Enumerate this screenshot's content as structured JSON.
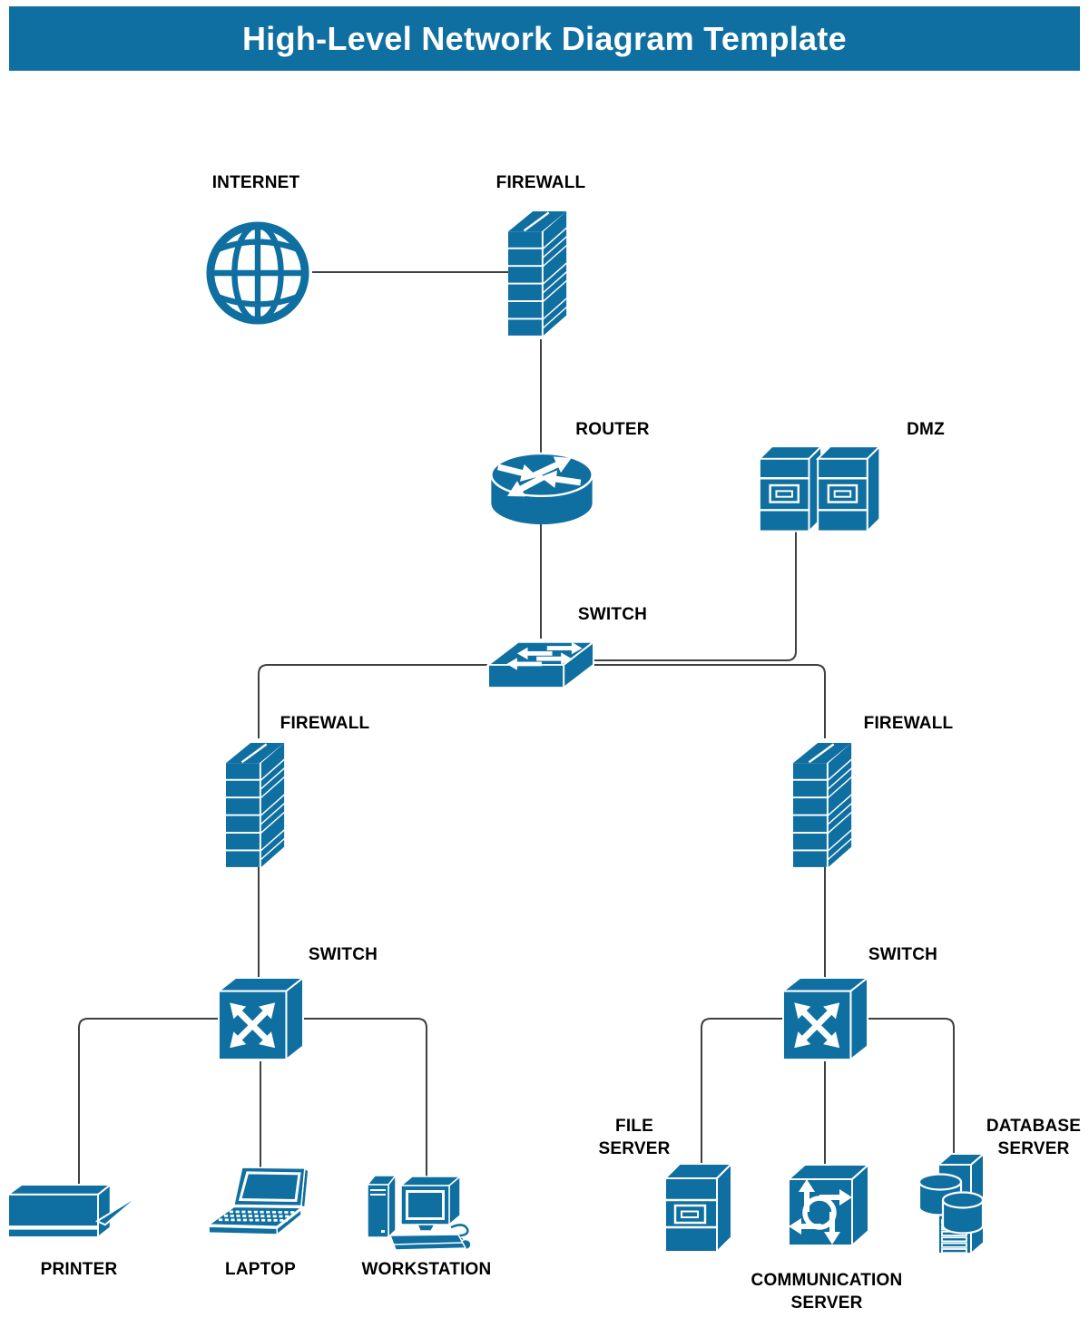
{
  "title": "High-Level Network Diagram Template",
  "colors": {
    "accent": "#0f6fa1",
    "line": "#404040",
    "label_text": "#000000",
    "title_text": "#ffffff",
    "background": "#ffffff"
  },
  "nodes": {
    "internet": {
      "label": "INTERNET",
      "icon": "globe-icon"
    },
    "firewall_top": {
      "label": "FIREWALL",
      "icon": "firewall-brick-icon"
    },
    "router": {
      "label": "ROUTER",
      "icon": "router-icon"
    },
    "dmz": {
      "label": "DMZ",
      "icon": "server-pair-icon"
    },
    "core_switch": {
      "label": "SWITCH",
      "icon": "switch-slab-icon"
    },
    "firewall_left": {
      "label": "FIREWALL",
      "icon": "firewall-brick-icon"
    },
    "firewall_right": {
      "label": "FIREWALL",
      "icon": "firewall-brick-icon"
    },
    "switch_left": {
      "label": "SWITCH",
      "icon": "switch-cube-icon"
    },
    "switch_right": {
      "label": "SWITCH",
      "icon": "switch-cube-icon"
    },
    "printer": {
      "label": "PRINTER",
      "icon": "printer-icon"
    },
    "laptop": {
      "label": "LAPTOP",
      "icon": "laptop-icon"
    },
    "workstation": {
      "label": "WORKSTATION",
      "icon": "workstation-icon"
    },
    "file_server": {
      "label": "FILE\nSERVER",
      "icon": "server-tower-icon"
    },
    "communication_server": {
      "label": "COMMUNICATION\nSERVER",
      "icon": "communication-server-icon"
    },
    "database_server": {
      "label": "DATABASE\nSERVER",
      "icon": "database-server-icon"
    }
  }
}
